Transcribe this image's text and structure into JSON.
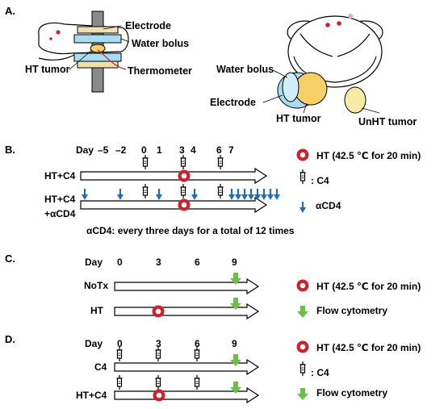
{
  "panels": {
    "a": "A.",
    "b": "B.",
    "c": "C.",
    "d": "D."
  },
  "panel_a": {
    "left": {
      "electrode": "Electrode",
      "water_bolus": "Water bolus",
      "ht_tumor": "HT tumor",
      "thermometer": "Thermometer"
    },
    "right": {
      "water_bolus": "Water bolus",
      "electrode": "Electrode",
      "ht_tumor": "HT tumor",
      "unht_tumor": "UnHT tumor"
    }
  },
  "panel_b": {
    "day_label": "Day",
    "days": [
      "–5",
      "–2",
      "0",
      "1",
      "3",
      "4",
      "6",
      "7"
    ],
    "rows": [
      "HT+C4",
      "HT+C4"
    ],
    "row2_sub": "+αCD4",
    "legend": {
      "ht": "HT (42.5 ℃ for 20 min)",
      "c4": ": C4",
      "acd4": "αCD4"
    },
    "note": "αCD4: every three days for a total of 12 times"
  },
  "panel_c": {
    "day_label": "Day",
    "days": [
      "0",
      "3",
      "6",
      "9"
    ],
    "rows": [
      "NoTx",
      "HT"
    ],
    "legend": {
      "ht": "HT (42.5 ℃ for 20 min)",
      "flow": "Flow cytometry"
    }
  },
  "panel_d": {
    "day_label": "Day",
    "days": [
      "0",
      "3",
      "6",
      "9"
    ],
    "rows": [
      "C4",
      "HT+C4"
    ],
    "legend": {
      "ht": "HT (42.5 ℃ for 20 min)",
      "c4": ": C4",
      "flow": "Flow cytometry"
    }
  },
  "colors": {
    "ht_ring": "#d0202a",
    "acd4_arrow": "#1f6fb6",
    "flow_arrow": "#6cc04a",
    "bolus": "#a8dcf0",
    "electrode": "#f2dfae",
    "tumor": "#f6cf66",
    "unht_tumor": "#f7eaa6",
    "pink": "#e6a8d8"
  }
}
